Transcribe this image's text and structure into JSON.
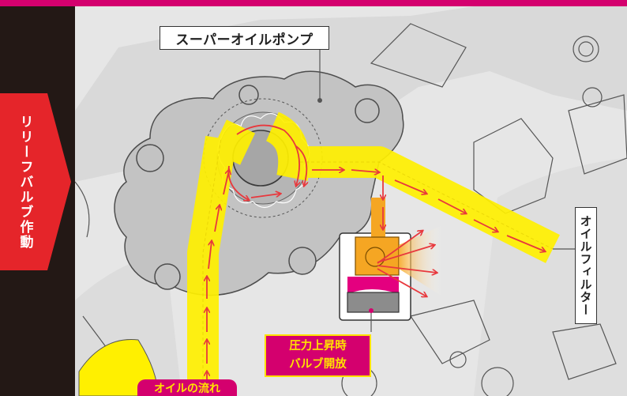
{
  "labels": {
    "pump": "スーパーオイルポンプ",
    "filter": "オイルフィルター",
    "relief_line1": "圧力上昇時",
    "relief_line2": "バルブ開放",
    "flow": "オイルの流れ",
    "side": "リリーフバルブ作動"
  },
  "colors": {
    "top_bar": "#d4006e",
    "side_bar": "#231815",
    "side_arrow": "#e5252a",
    "oil_path": "#fff000",
    "flow_arrow": "#e8383d",
    "pump_body": "#c3c3c3",
    "valve_spool": "#f5a623",
    "valve_spring": "#e4007f"
  }
}
